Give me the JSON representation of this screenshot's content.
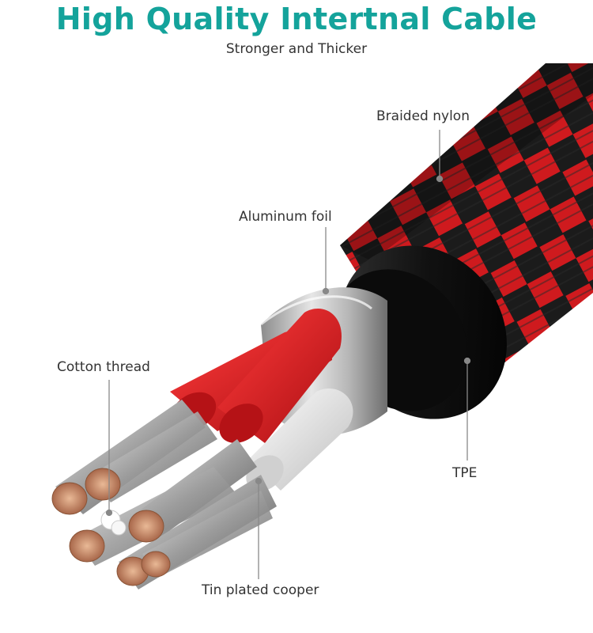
{
  "header": {
    "title": "High Quality Intertnal Cable",
    "subtitle": "Stronger and Thicker"
  },
  "callouts": {
    "braided_nylon": "Braided nylon",
    "aluminum_foil": "Aluminum foil",
    "cotton_thread": "Cotton thread",
    "tpe": "TPE",
    "tin_plated": "Tin plated cooper"
  },
  "colors": {
    "title_teal": "#14a39b",
    "braid_red": "#d8191c",
    "braid_black": "#1a1a1a",
    "copper": "#c98c6a"
  }
}
